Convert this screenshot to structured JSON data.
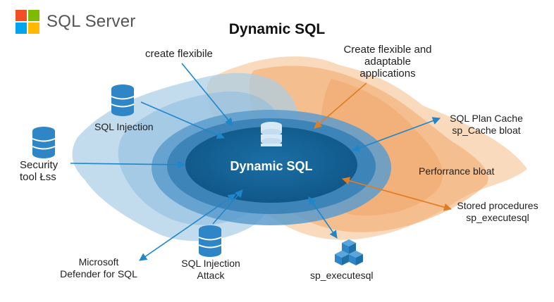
{
  "brand": {
    "name": "SQL Server",
    "logo_colors": [
      "#f25022",
      "#7fba00",
      "#00a4ef",
      "#ffb900"
    ]
  },
  "title": "Dynamic SQL",
  "core": {
    "label": "Dynamic SQL"
  },
  "labels": {
    "create_flexibile": "create flexibile",
    "create_flexible_line1": "Create flexible and",
    "create_flexible_line2": "adaptable",
    "create_flexible_line3": "applications",
    "sql_injection": "SQL Injection",
    "security_line1": "Security",
    "security_line2": "tool Łss",
    "plan_cache_line1": "SQL Plan Cache",
    "plan_cache_line2": "sp_Cache bloat",
    "performance_bloat": "Perforrance bloat",
    "stored_line1": "Stored procedures",
    "stored_line2": "sp_executesql",
    "defender_line1": "Microsoft",
    "defender_line2": "Defender for SQL",
    "injection_attack_line1": "SQL Injection",
    "injection_attack_line2": "Attack",
    "sp_executesql": "sp_executesql"
  },
  "colors": {
    "blue_dark": "#14608f",
    "blue_mid": "#3d84b8",
    "blue_light": "#a9cde6",
    "orange": "#f0a868",
    "orange_light": "#f6caa0",
    "arrow_blue": "#1f86c8",
    "arrow_orange": "#e07d22",
    "icon_blue": "#2f86c6"
  },
  "icons": [
    "windows-logo-icon",
    "database-icon",
    "cubes-icon"
  ]
}
